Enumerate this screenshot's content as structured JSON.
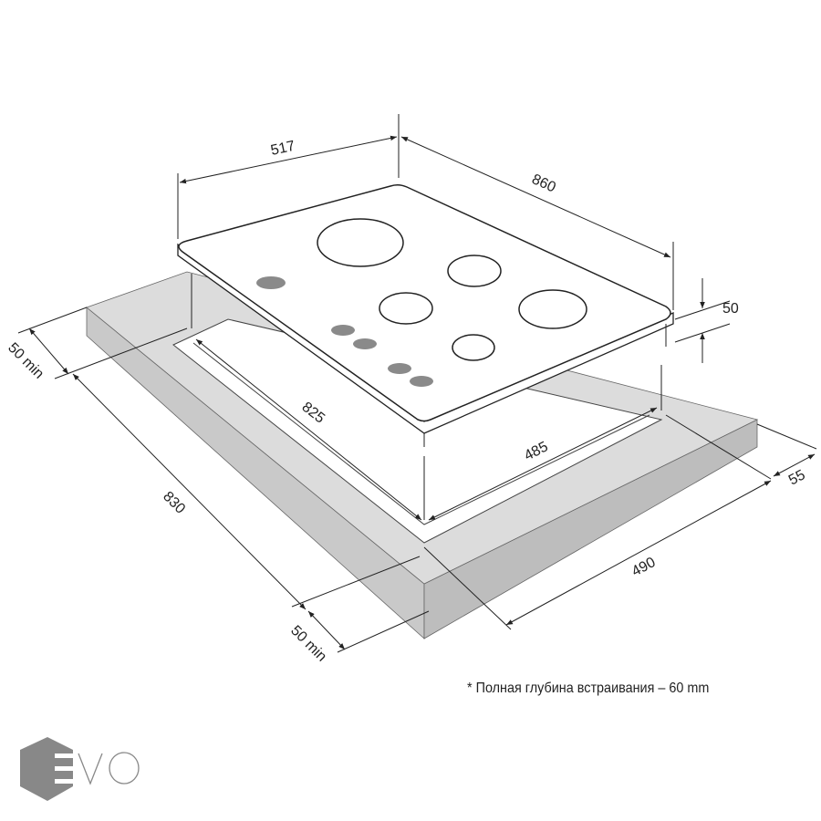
{
  "dimensions": {
    "hob_depth": "517",
    "hob_width": "860",
    "hob_height": "50",
    "cutout_width": "825",
    "cutout_depth": "485",
    "counter_width": "830",
    "counter_depth": "490",
    "edge_offset": "55",
    "clearance_back": "50 min",
    "clearance_front": "50 min"
  },
  "footnote": "* Полная глубина встраивания – 60 mm",
  "logo": {
    "text": "EVO"
  },
  "colors": {
    "counter": "#d9d9d9",
    "burner_knob": "#8a8a8a",
    "line": "#222222"
  }
}
